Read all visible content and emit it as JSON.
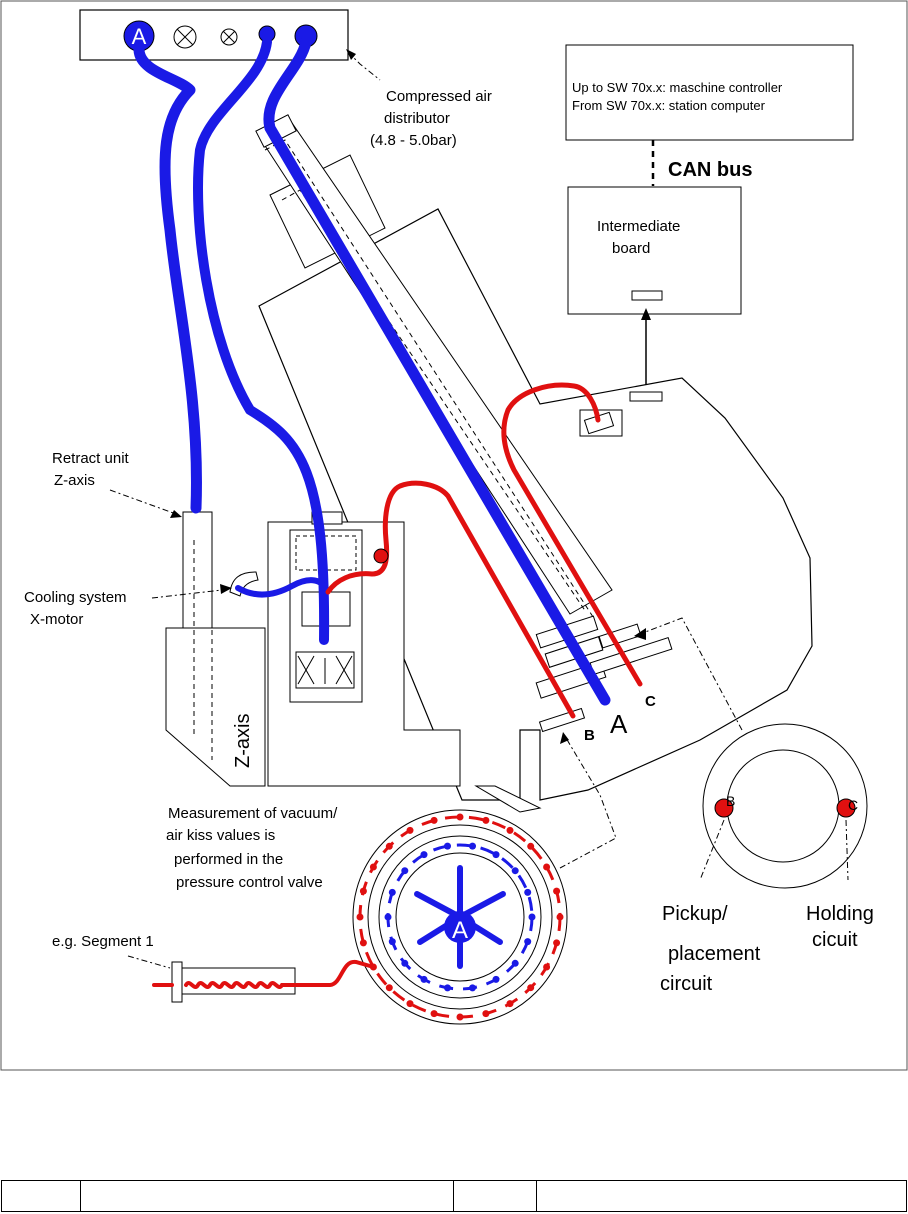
{
  "distributor": {
    "port_a_label": "A",
    "label_line1": "Compressed air",
    "label_line2": "distributor",
    "label_line3": "(4.8 - 5.0bar)"
  },
  "controller": {
    "line1": "Up to SW 70x.x: maschine controller",
    "line2": "From SW 70x.x: station computer"
  },
  "can_bus_label": "CAN bus",
  "intermediate_board": {
    "line1": "Intermediate",
    "line2": "board"
  },
  "labels": {
    "retract_line1": "Retract unit",
    "retract_line2": "Z-axis",
    "cooling_line1": "Cooling system",
    "cooling_line2": "X-motor",
    "z_axis": "Z-axis",
    "measurement_line1": "Measurement of  vacuum/",
    "measurement_line2": "air kiss  values is",
    "measurement_line3": "performed in the",
    "measurement_line4": "pressure control valve",
    "segment": "e.g. Segment 1",
    "port_b": "B",
    "port_a": "A",
    "port_c": "C",
    "valve_a": "A",
    "ring_b": "B",
    "ring_c": "C",
    "pickup_line1": "Pickup/",
    "pickup_line2": "placement",
    "pickup_line3": "circuit",
    "holding_line1": "Holding",
    "holding_line2": "cicuit"
  },
  "colors": {
    "vacuum_blue": "#1a1ae6",
    "air_red": "#e01010",
    "outline": "#000000"
  }
}
